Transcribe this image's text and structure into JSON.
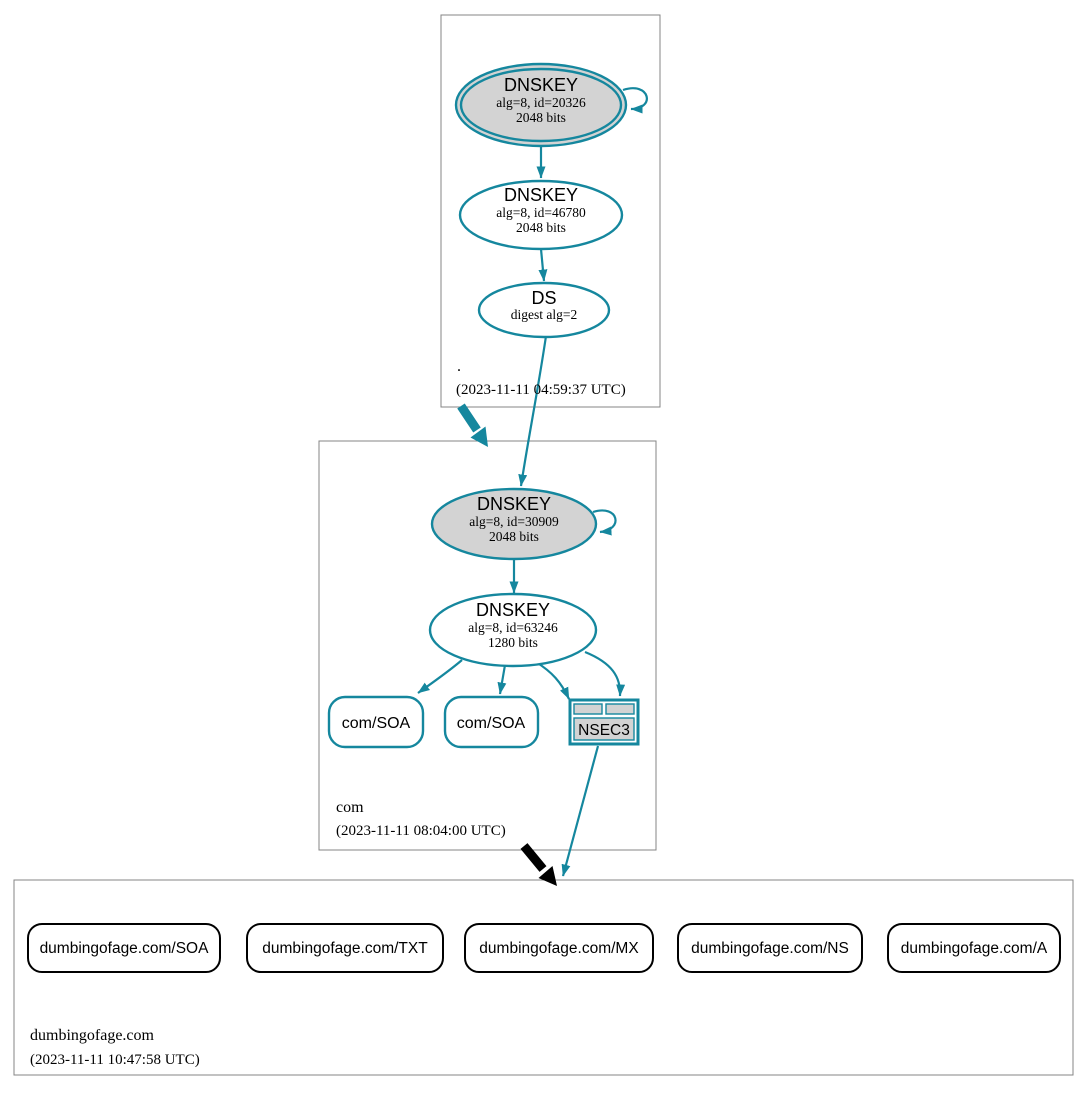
{
  "colors": {
    "secure": "#15879e",
    "insecure_delegation": "#000000",
    "node_fill": "#d3d3d3",
    "node_white": "#ffffff",
    "rrset_border": "#000000",
    "zone_border": "#848484"
  },
  "zones": {
    "root": {
      "name": ".",
      "timestamp": "(2023-11-11 04:59:37 UTC)",
      "ksk": {
        "type": "DNSKEY",
        "alg_id": "alg=8, id=20326",
        "bits": "2048 bits"
      },
      "zsk": {
        "type": "DNSKEY",
        "alg_id": "alg=8, id=46780",
        "bits": "2048 bits"
      },
      "ds": {
        "type": "DS",
        "digest": "digest alg=2"
      }
    },
    "com": {
      "name": "com",
      "timestamp": "(2023-11-11 08:04:00 UTC)",
      "ksk": {
        "type": "DNSKEY",
        "alg_id": "alg=8, id=30909",
        "bits": "2048 bits"
      },
      "zsk": {
        "type": "DNSKEY",
        "alg_id": "alg=8, id=63246",
        "bits": "1280 bits"
      },
      "rrset_soa_1": "com/SOA",
      "rrset_soa_2": "com/SOA",
      "nsec3": "NSEC3"
    },
    "target": {
      "name": "dumbingofage.com",
      "timestamp": "(2023-11-11 10:47:58 UTC)",
      "rrsets": {
        "soa": "dumbingofage.com/SOA",
        "txt": "dumbingofage.com/TXT",
        "mx": "dumbingofage.com/MX",
        "ns": "dumbingofage.com/NS",
        "a": "dumbingofage.com/A"
      }
    }
  }
}
